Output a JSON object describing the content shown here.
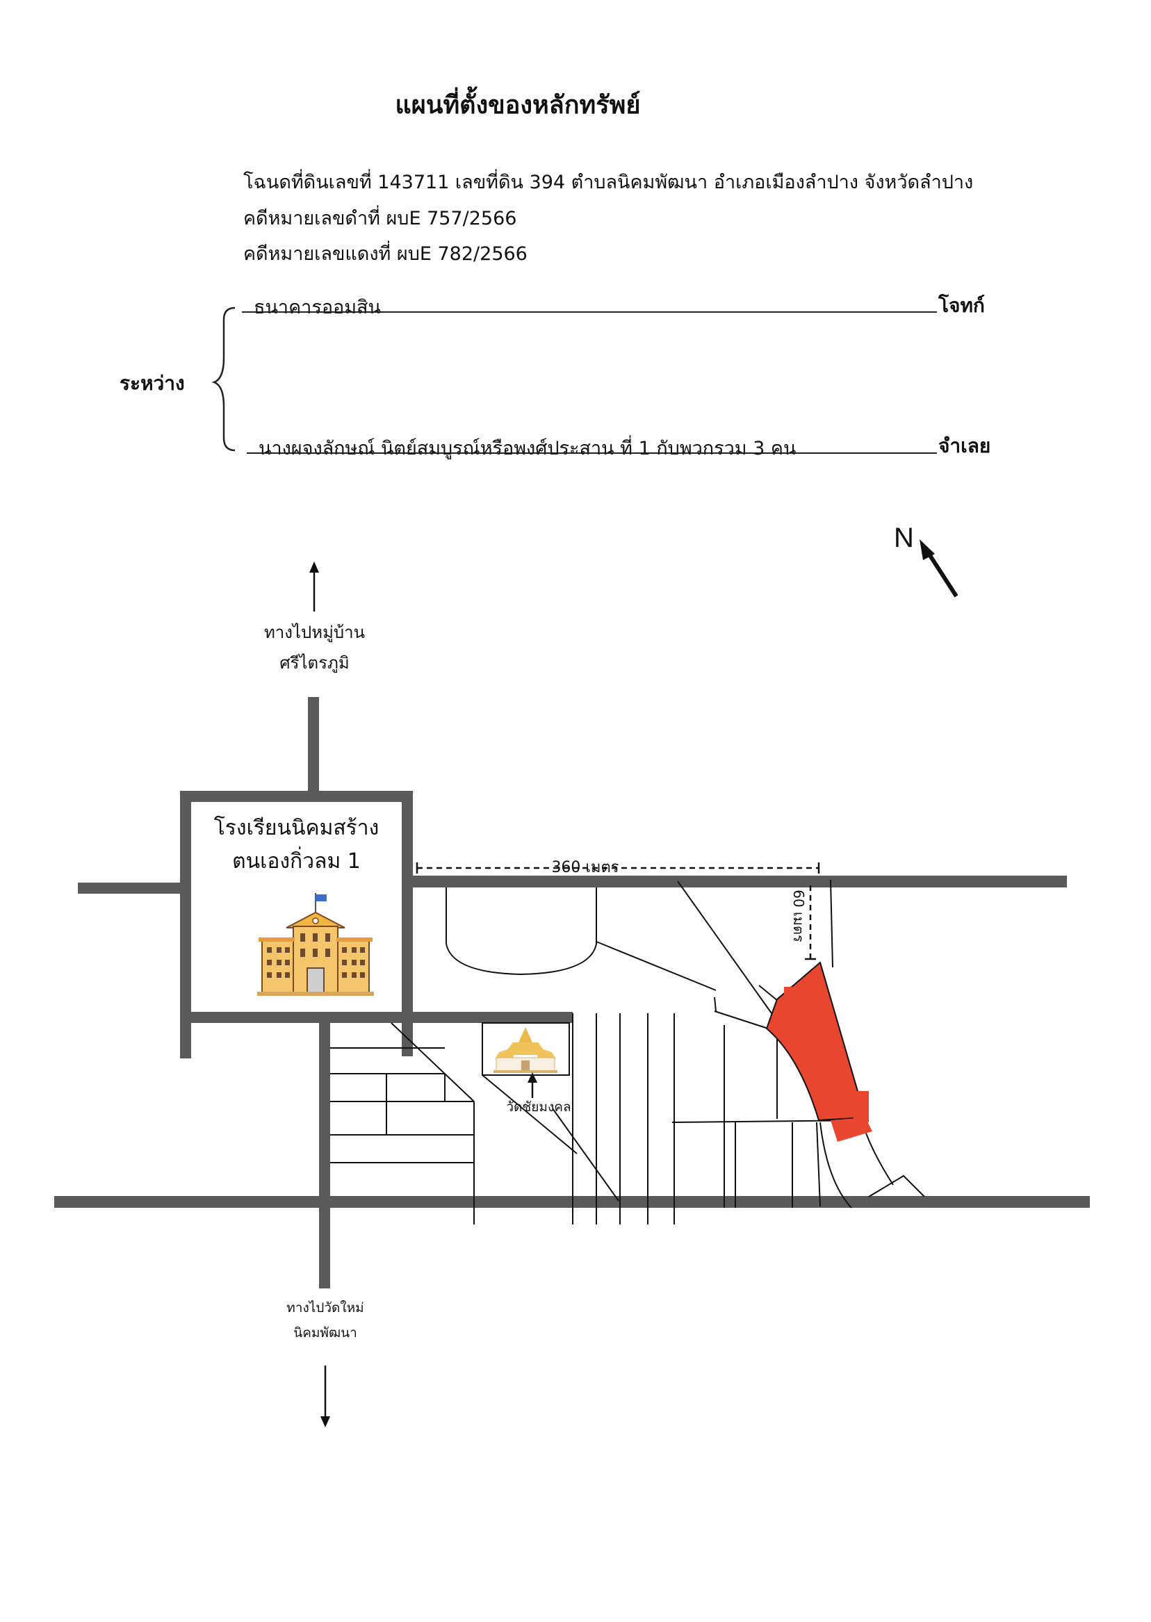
{
  "title": "แผนที่ตั้งของหลักทรัพย์",
  "deed_line": "โฉนดที่ดินเลขที่  143711  เลขที่ดิน  394  ตำบลนิคมพัฒนา  อำเภอเมืองลำปาง  จังหวัดลำปาง",
  "black_case": "คดีหมายเลขดำที่     ผบE  757/2566",
  "red_case": "คดีหมายเลขแดงที่   ผบE  782/2566",
  "between_label": "ระหว่าง",
  "plaintiff": {
    "name": "ธนาคารออมสิน",
    "role": "โจทก์"
  },
  "defendant": {
    "name": "นางผจงลักษณ์  นิตย์สมบูรณ์หรือพงศ์ประสาน  ที่  1  กับพวกรวม  3  คน",
    "role": "จำเลย"
  },
  "north_label": "N",
  "to_village": {
    "line1": "ทางไปหมู่บ้าน",
    "line2": "ศรีไตรภูมิ"
  },
  "school": {
    "line1": "โรงเรียนนิคมสร้าง",
    "line2": "ตนเองกิ่วลม  1",
    "icon": "school-building-icon"
  },
  "temple": {
    "name": "วัดชัยมงคล",
    "icon": "temple-icon"
  },
  "to_temple": {
    "line1": "ทางไปวัดใหม่",
    "line2": "นิคมพัฒนา"
  },
  "dimension_width": "360  เมตร",
  "dimension_depth": "60  เมตร",
  "colors": {
    "road": "#5a5a5a",
    "parcel": "#e8462f",
    "line": "#111111"
  }
}
